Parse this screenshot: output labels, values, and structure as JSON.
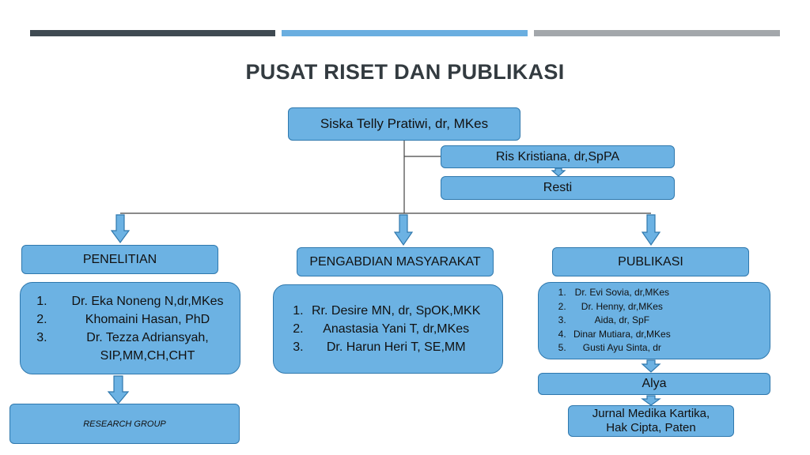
{
  "title": "PUSAT RISET DAN PUBLIKASI",
  "head": "Siska Telly Pratiwi, dr, MKes",
  "assistant": "Ris Kristiana, dr,SpPA",
  "staff": "Resti",
  "departments": {
    "penelitian": {
      "label": "PENELITIAN",
      "members": [
        "Dr. Eka Noneng N,dr,MKes",
        "Khomaini Hasan, PhD",
        "Dr. Tezza Adriansyah, SIP,MM,CH,CHT"
      ],
      "sub": "RESEARCH GROUP"
    },
    "pengabdian": {
      "label": "PENGABDIAN MASYARAKAT",
      "members": [
        "Rr. Desire MN, dr, SpOK,MKK",
        "Anastasia Yani T, dr,MKes",
        "Dr. Harun Heri T, SE,MM"
      ]
    },
    "publikasi": {
      "label": "PUBLIKASI",
      "members": [
        "Dr. Evi Sovia, dr,MKes",
        "Dr. Henny, dr,MKes",
        "Aida, dr, SpF",
        "Dinar Mutiara, dr,MKes",
        "Gusti Ayu Sinta, dr"
      ],
      "staff": "Alya",
      "output_line1": "Jurnal Medika Kartika,",
      "output_line2": "Hak Cipta, Paten"
    }
  },
  "colors": {
    "box_fill": "#6cb2e3",
    "box_border": "#2f78ad",
    "bar_dark": "#3f4a52",
    "bar_blue": "#6aaee0",
    "bar_gray": "#a3a7ab"
  }
}
